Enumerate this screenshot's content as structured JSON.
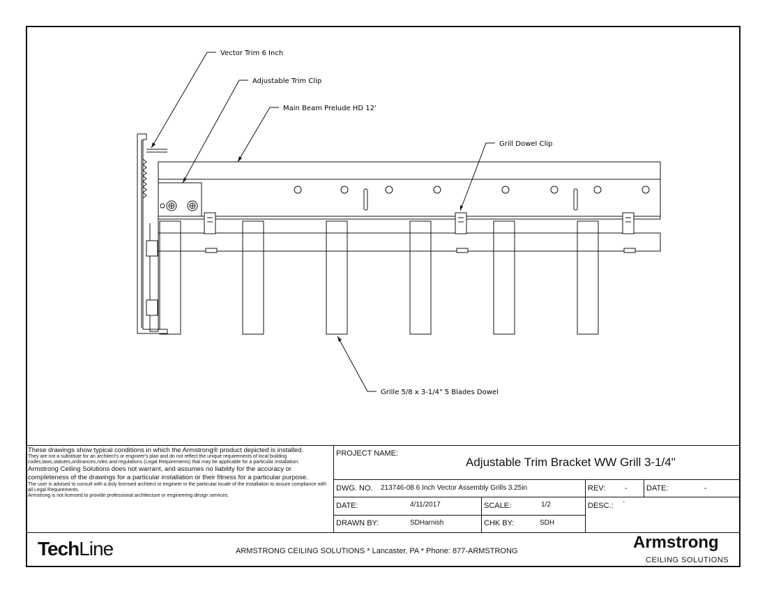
{
  "callouts": {
    "vector_trim": "Vector Trim 6 Inch",
    "adjustable_clip": "Adjustable Trim Clip",
    "main_beam": "Main Beam Prelude HD 12'",
    "grill_dowel_clip": "Grill Dowel Clip",
    "grille": "Grille 5/8 x 3-1/4\" 5 Blades Dowel"
  },
  "disclaimer": {
    "line1": "These drawings show typical conditions in which the Armstrong® product depicted is installed.",
    "line2": "They are not a substitute for an architect's or engineer's plan and do not reflect the unique requirements of local building codes,laws,statutes,ordinances,rules and regulations (Legal Requirements) that may be applicable for a particular installation.",
    "line3": "Armstrong Ceiling Solutions does not warrant, and assumes no liability for the accuracy or completeness of  the drawings for a particular installation or their fitness for a particular purpose.",
    "line4": "The user is  advised to consult with a duly licensed architect or engineer in the particular locale of the installation to assure  compliance with all Legal Requirements.",
    "line5": "Armstrong is not licensed to provide professional architecture or engineering design services."
  },
  "title_block": {
    "project_name_label": "PROJECT NAME:",
    "project_name": "Adjustable Trim Bracket WW Grill 3-1/4\"",
    "dwg_no_label": "DWG. NO.",
    "dwg_no": "213746-08 6 Inch Vector Assembly Grills 3.25in",
    "rev_label": "REV:",
    "rev": "-",
    "date_label2": "DATE:",
    "date2": "-",
    "date_label": "DATE:",
    "date": "4/11/2017",
    "scale_label": "SCALE:",
    "scale": "1/2",
    "desc_label": "DESC.:",
    "desc": "-",
    "drawn_by_label": "DRAWN BY:",
    "drawn_by": "SDHarnish",
    "chk_by_label": "CHK BY:",
    "chk_by": "SDH"
  },
  "footer": {
    "techline_bold": "Tech",
    "techline_light": "Line",
    "company": "ARMSTRONG CEILING SOLUTIONS * Lancaster, PA * Phone: 877-ARMSTRONG",
    "brand": "Armstrong",
    "brand_sub": "CEILING SOLUTIONS"
  }
}
